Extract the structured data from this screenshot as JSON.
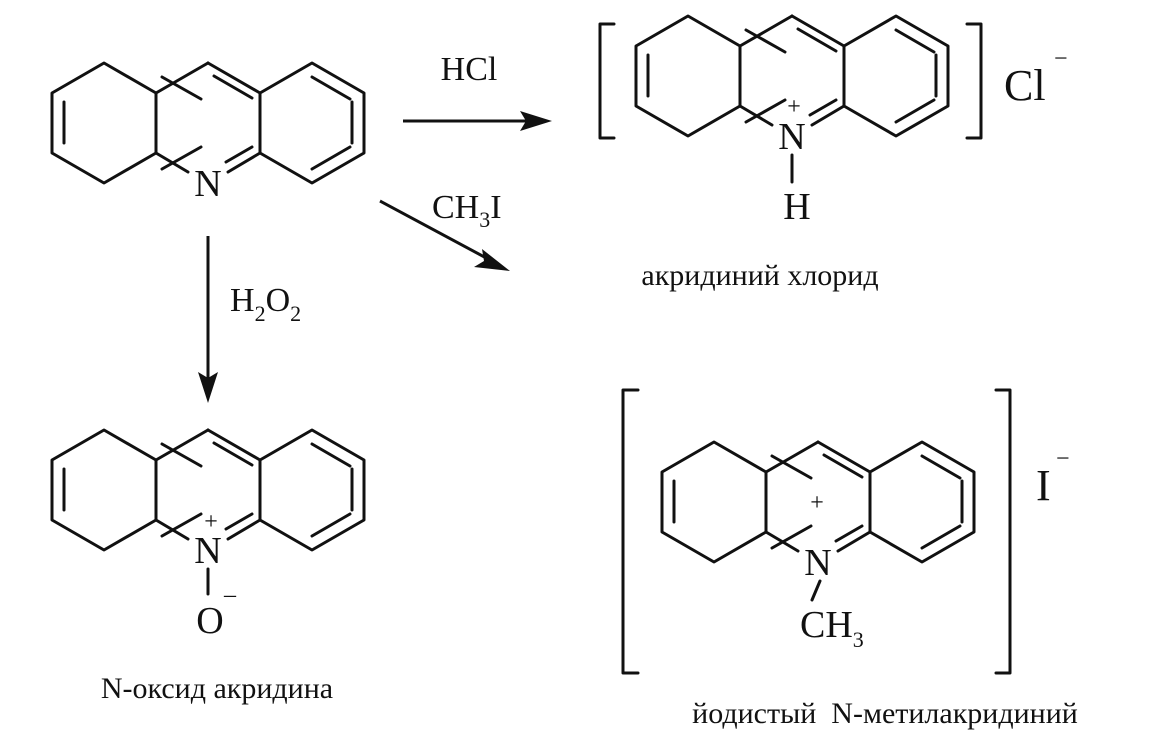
{
  "reactions": [
    {
      "reagent_main": "HCl",
      "reagent_sub": "",
      "reagent_tail": ""
    },
    {
      "reagent_main": "CH",
      "reagent_sub": "3",
      "reagent_tail": "I"
    },
    {
      "reagent_main": "H",
      "reagent_sub": "2",
      "reagent_tail": "O",
      "reagent_sub2": "2"
    }
  ],
  "atoms": {
    "nitrogen": "N",
    "hydrogen": "H",
    "oxygen": "O",
    "plus": "+",
    "minus": "–",
    "methyl_main": "CH",
    "methyl_sub": "3"
  },
  "counter_ions": {
    "chloride": "Cl",
    "chloride_charge": "−",
    "iodide": "I",
    "iodide_charge": "−"
  },
  "labels": {
    "acridinium_chloride": "акридиний хлорид",
    "acridine_n_oxide": "N-оксид акридина",
    "n_methylacridinium_iodide": "йодистый  N-метилакридиний"
  }
}
